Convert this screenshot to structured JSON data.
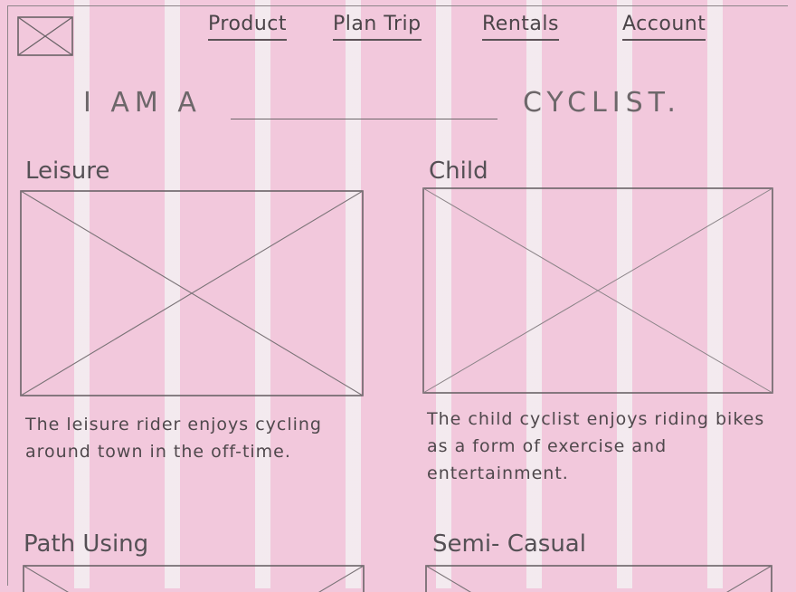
{
  "nav": {
    "items": [
      {
        "label": "Product"
      },
      {
        "label": "Plan Trip"
      },
      {
        "label": "Rentals"
      },
      {
        "label": "Account"
      }
    ]
  },
  "hero": {
    "prefix": "I AM A",
    "suffix": "CYCLIST."
  },
  "cards": [
    {
      "title": "Leisure",
      "description": "The leisure rider enjoys cycling around town in the off-time."
    },
    {
      "title": "Child",
      "description": "The child cyclist enjoys riding bikes as a form of exercise and entertainment."
    },
    {
      "title": "Path Using",
      "description": ""
    },
    {
      "title": "Semi- Casual",
      "description": ""
    }
  ],
  "colors": {
    "background": "#f2c8dc",
    "column_guides": "#f3f0f2",
    "pencil": "#4a4448"
  },
  "icons": {
    "logo": "logo-placeholder-icon",
    "image": "image-placeholder-icon"
  }
}
